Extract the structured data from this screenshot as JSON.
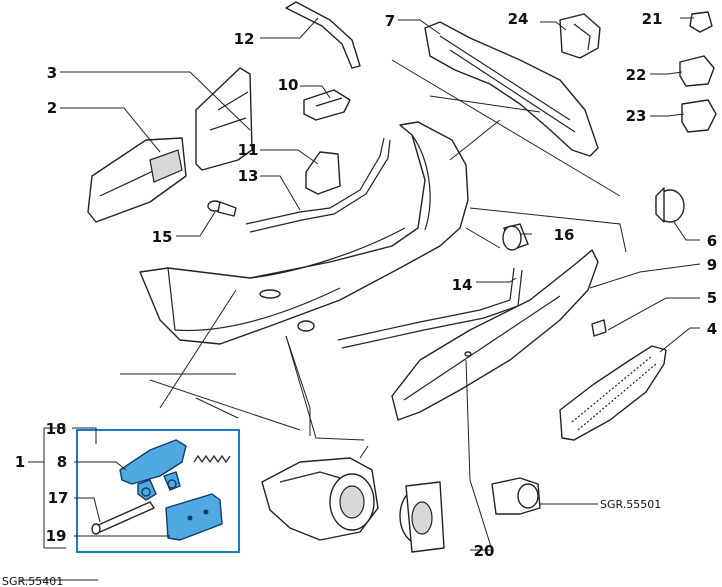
{
  "diagram": {
    "labels": {
      "l1": "1",
      "l2": "2",
      "l3": "3",
      "l4": "4",
      "l5": "5",
      "l6": "6",
      "l7": "7",
      "l8": "8",
      "l9": "9",
      "l10": "10",
      "l11": "11",
      "l12": "12",
      "l13": "13",
      "l14": "14",
      "l15": "15",
      "l16": "16",
      "l17": "17",
      "l18": "18",
      "l19": "19",
      "l20": "20",
      "l21": "21",
      "l22": "22",
      "l23": "23",
      "l24": "24"
    },
    "reference_codes": {
      "right": "SGR.55501",
      "bottom_left": "SGR.55401"
    },
    "highlight_color": "#1a7cc4",
    "part_fill_color": "#4fa8e0"
  }
}
